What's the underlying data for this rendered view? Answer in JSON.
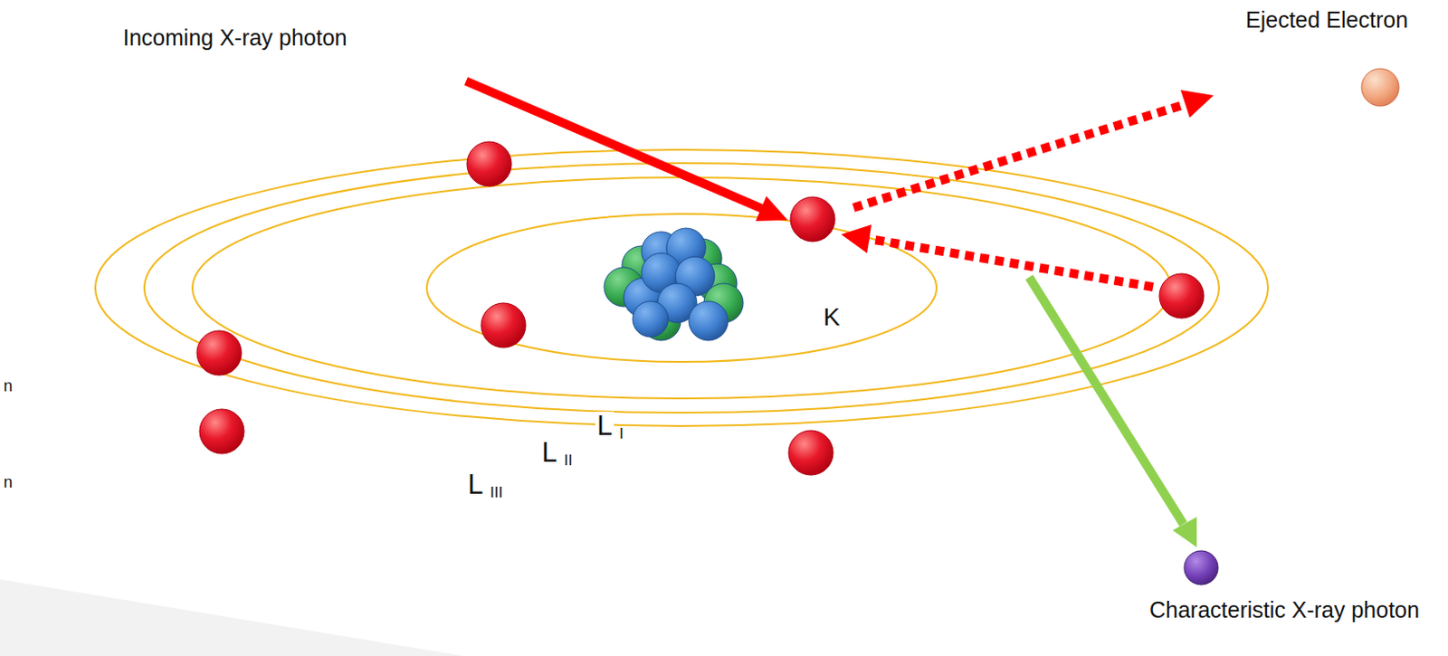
{
  "diagram": {
    "labels": [
      "Incoming X-ray photon",
      "Ejected Electron",
      "K",
      "L",
      "I",
      "L",
      "II",
      "L",
      "III",
      "Characteristic X-ray photon",
      "n",
      "n"
    ]
  }
}
